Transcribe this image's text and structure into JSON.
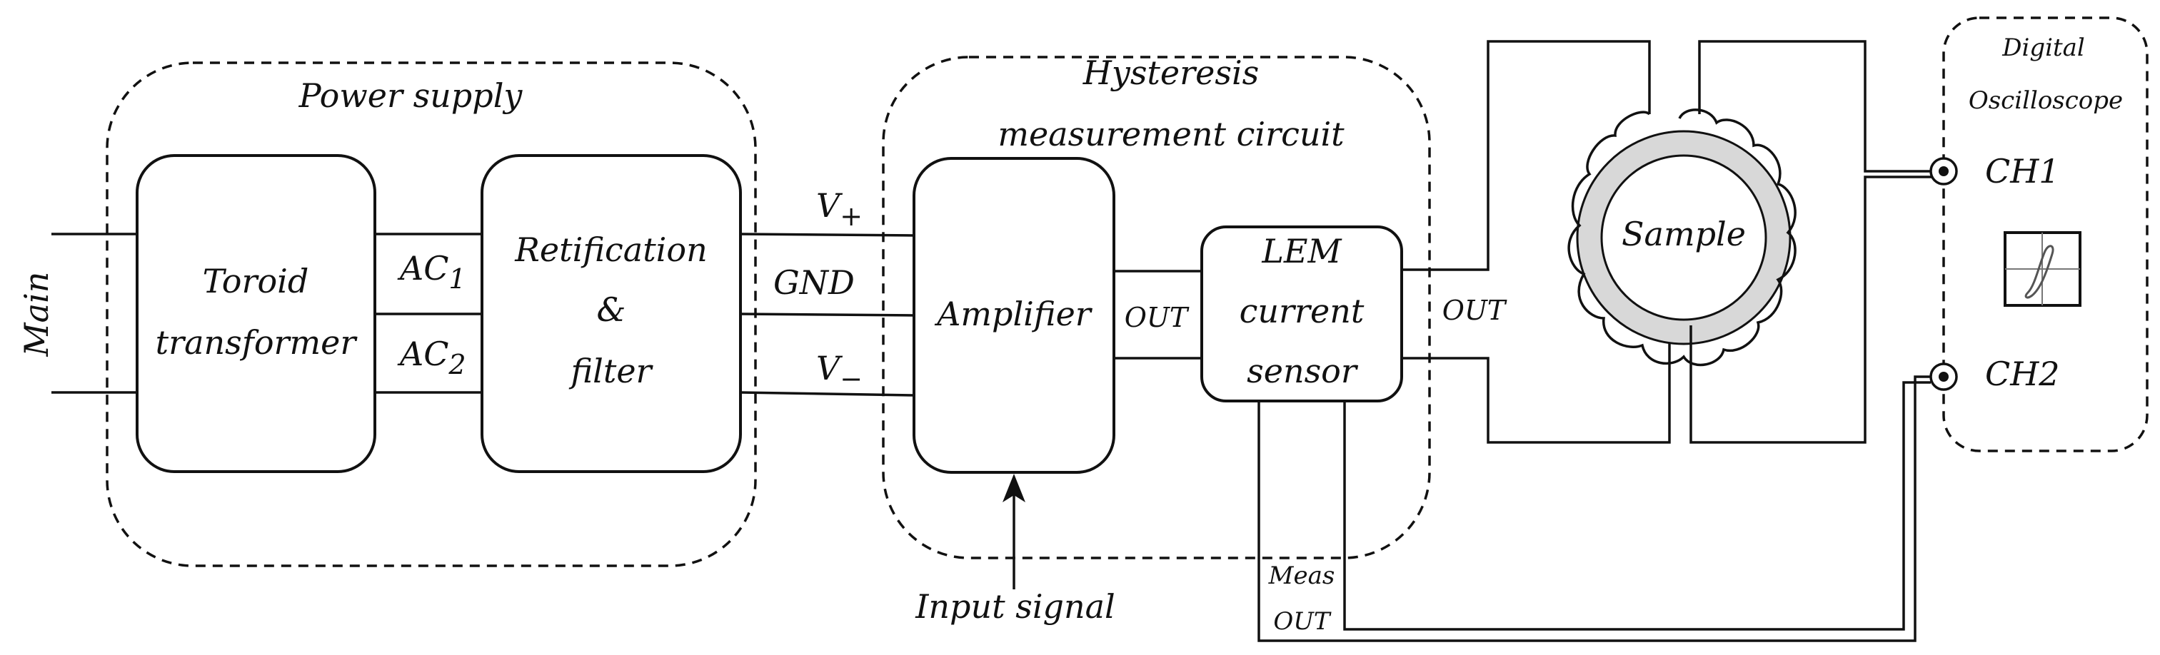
{
  "groups": {
    "power_supply": "Power supply",
    "hysteresis_line1": "Hysteresis",
    "hysteresis_line2": "measurement circuit",
    "oscilloscope_line1": "Digital",
    "oscilloscope_line2": "Oscilloscope"
  },
  "blocks": {
    "transformer_line1": "Toroid",
    "transformer_line2": "transformer",
    "rectifier_line1": "Retification",
    "rectifier_line2": "&",
    "rectifier_line3": "filter",
    "amplifier": "Amplifier",
    "lem_line1": "LEM",
    "lem_line2": "current",
    "lem_line3": "sensor",
    "sample": "Sample"
  },
  "wires": {
    "main": "Main",
    "ac1": "AC",
    "ac1_sub": "1",
    "ac2": "AC",
    "ac2_sub": "2",
    "v_plus": "V",
    "v_plus_sub": "+",
    "gnd": "GND",
    "v_minus": "V",
    "v_minus_sub": "−",
    "amp_out": "OUT",
    "lem_out": "OUT",
    "meas_line1": "Meas",
    "meas_line2": "OUT",
    "input_signal": "Input signal",
    "ch1": "CH1",
    "ch2": "CH2"
  }
}
